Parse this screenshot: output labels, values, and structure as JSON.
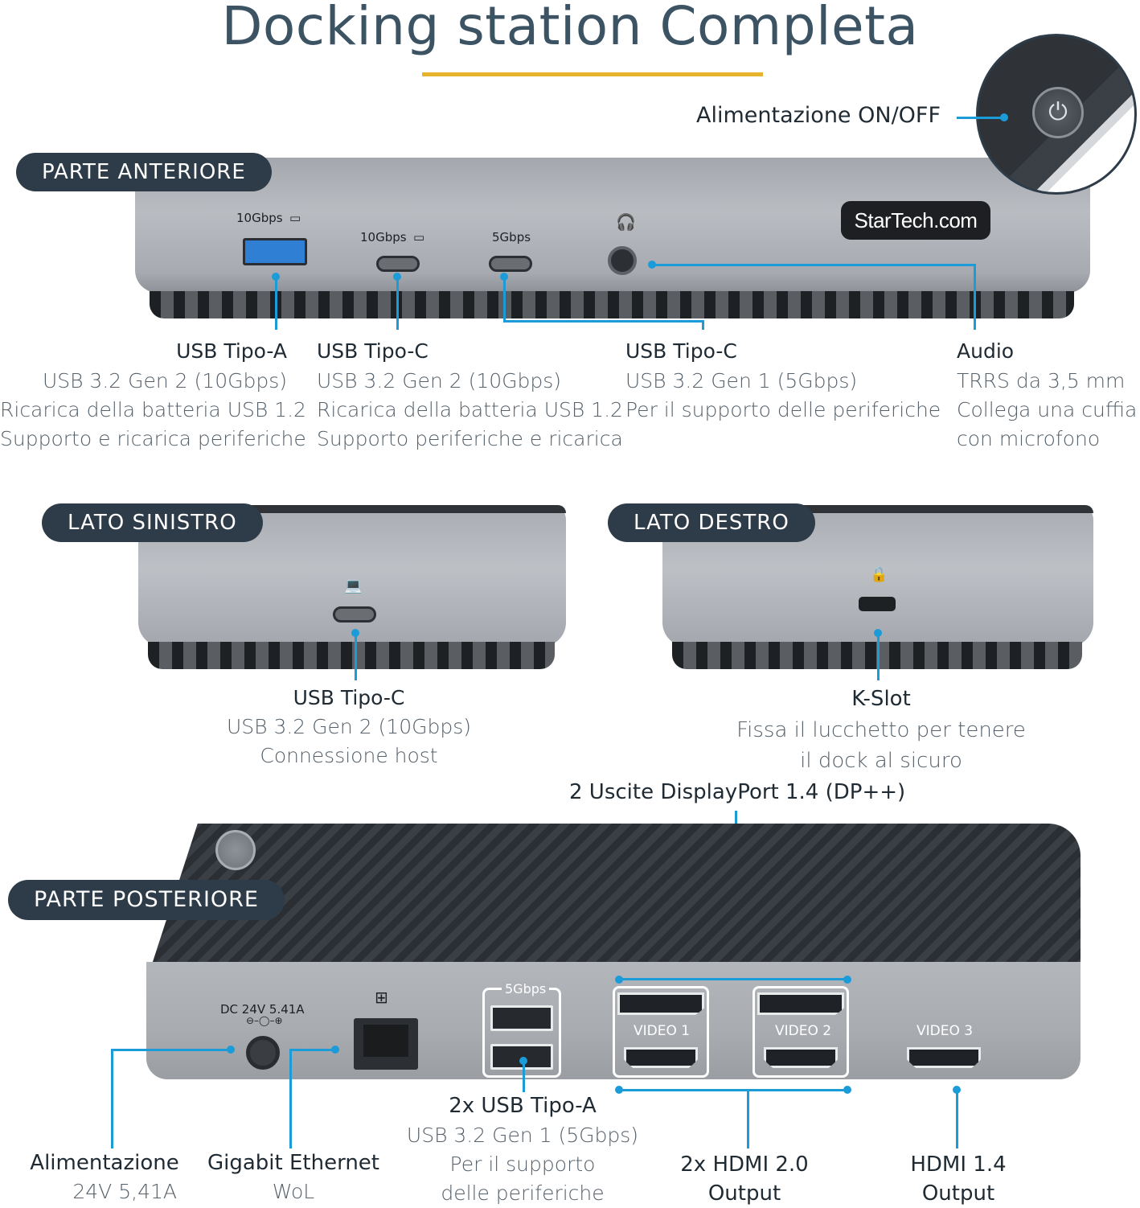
{
  "title": "Docking station Completa",
  "power": {
    "label": "Alimentazione ON/OFF",
    "icon": "power-icon"
  },
  "front": {
    "section_label": "PARTE ANTERIORE",
    "logo": "StarTech.com",
    "port_labels": {
      "usb_a_speed": "10Gbps",
      "usb_c1_speed": "10Gbps",
      "usb_c2_speed": "5Gbps"
    },
    "callouts": [
      {
        "head": "USB Tipo-A",
        "lines": [
          "USB 3.2 Gen 2 (10Gbps)",
          "Ricarica della batteria USB 1.2",
          "Supporto e ricarica periferiche"
        ]
      },
      {
        "head": "USB Tipo-C",
        "lines": [
          "USB 3.2 Gen 2 (10Gbps)",
          "Ricarica della batteria USB 1.2",
          "Supporto periferiche e ricarica"
        ]
      },
      {
        "head": "USB Tipo-C",
        "lines": [
          "USB 3.2 Gen 1 (5Gbps)",
          "Per il supporto delle periferiche"
        ]
      },
      {
        "head": "Audio",
        "lines": [
          "TRRS da 3,5 mm",
          "Collega una cuffia",
          "con microfono"
        ]
      }
    ]
  },
  "left_side": {
    "section_label": "LATO SINISTRO",
    "callout": {
      "head": "USB Tipo-C",
      "lines": [
        "USB 3.2 Gen 2 (10Gbps)",
        "Connessione host"
      ]
    }
  },
  "right_side": {
    "section_label": "LATO DESTRO",
    "callout": {
      "head": "K-Slot",
      "lines": [
        "Fissa il lucchetto per tenere",
        "il dock al sicuro"
      ]
    }
  },
  "rear": {
    "section_label": "PARTE POSTERIORE",
    "dp_heading": "2 Uscite DisplayPort 1.4 (DP++)",
    "dc_label": "DC 24V 5.41A",
    "usb_speed": "5Gbps",
    "video1": "VIDEO 1",
    "video2": "VIDEO 2",
    "video3": "VIDEO 3",
    "callouts": {
      "power": {
        "head": "Alimentazione",
        "sub": "24V 5,41A"
      },
      "ethernet": {
        "head": "Gigabit Ethernet",
        "sub": "WoL"
      },
      "usb": {
        "head": "2x USB Tipo-A",
        "lines": [
          "USB 3.2 Gen 1 (5Gbps)",
          "Per il supporto",
          "delle periferiche"
        ]
      },
      "hdmi20": {
        "head": "2x HDMI 2.0",
        "sub": "Output"
      },
      "hdmi14": {
        "head": "HDMI 1.4",
        "sub": "Output"
      }
    }
  },
  "colors": {
    "accent_line": "#1c9bd9",
    "underline": "#e7b32c",
    "pill": "#2d3c48",
    "usb_blue": "#2f7fd4"
  }
}
